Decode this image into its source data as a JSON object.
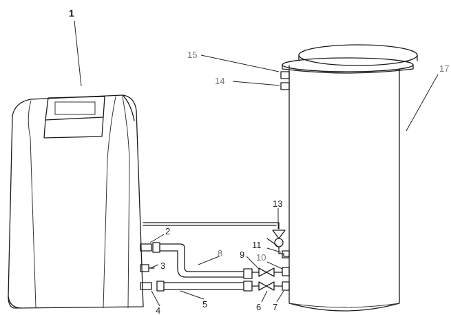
{
  "labels": {
    "softener": "1",
    "outlet_port": "2",
    "drain_port": "3",
    "inlet_port": "4",
    "inlet_hose": "5",
    "inlet_valve": "6",
    "tank_inlet": "7",
    "outlet_hose": "8",
    "outlet_valve": "9",
    "tank_outlet": "10",
    "float_port": "11",
    "float_valve": "13",
    "upper_port_lower": "14",
    "upper_port_top": "15",
    "tank": "17"
  }
}
